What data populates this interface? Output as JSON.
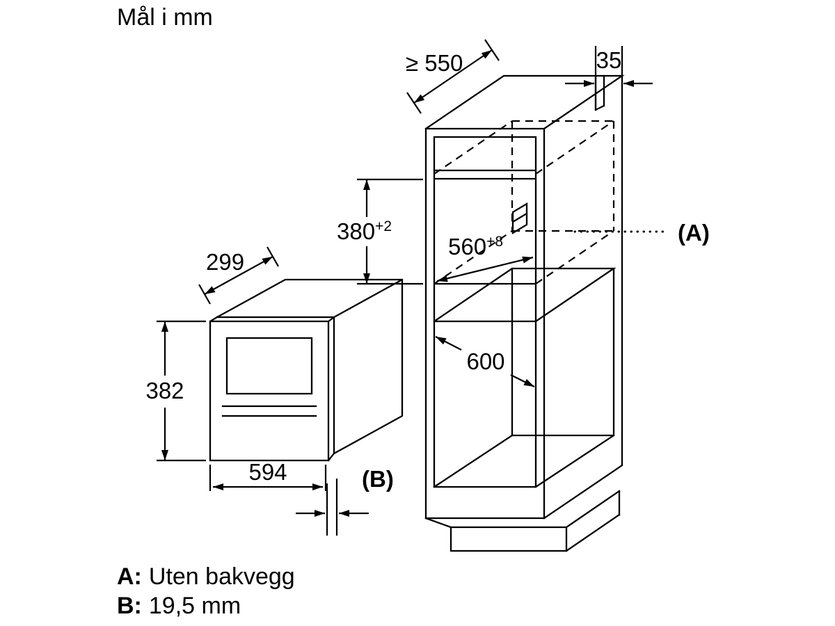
{
  "title": "Mål i mm",
  "cabinet": {
    "depth_min": "≥ 550",
    "rear_gap": "35",
    "niche_height": "380",
    "niche_height_tolerance": "+2",
    "niche_width": "560",
    "niche_width_tolerance": "+8",
    "cabinet_width": "600",
    "callout_a": "(A)"
  },
  "microwave": {
    "depth": "299",
    "height": "382",
    "width": "594",
    "callout_b": "(B)"
  },
  "legend": {
    "a_key": "A:",
    "a_value": "Uten bakvegg",
    "b_key": "B:",
    "b_value": "19,5 mm"
  }
}
